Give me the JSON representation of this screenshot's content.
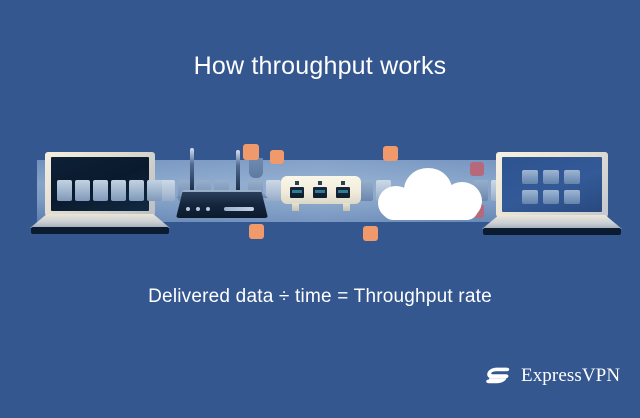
{
  "page": {
    "title": "How throughput works",
    "formula": "Delivered data ÷ time = Throughput rate",
    "background_color": "#35578f"
  },
  "brand": {
    "name": "ExpressVPN",
    "mark_icon": "expressvpn-e-mark-icon",
    "mark_color": "#ffffff",
    "text_color": "#ffffff"
  },
  "diagram": {
    "band_label": "network-pipe",
    "band_color_light": "#86a3c9",
    "band_color_dark": "#5d7fb1",
    "accent_orange": "#f09a6b",
    "accent_rose": "#b5697a",
    "nodes": [
      {
        "id": "source-laptop",
        "icon": "laptop-icon",
        "screen_color": "#0a1a2e"
      },
      {
        "id": "wifi-router",
        "icon": "router-icon",
        "body_color": "#15273e",
        "led_count": 3,
        "antenna_count": 2
      },
      {
        "id": "network-switch",
        "icon": "switch-icon",
        "case_color": "#f6f1e0",
        "port_count": 3
      },
      {
        "id": "internet-cloud",
        "icon": "cloud-icon",
        "color": "#ffffff"
      },
      {
        "id": "destination-laptop",
        "icon": "laptop-icon",
        "screen_color": "#2d5391",
        "grid_cells": 6
      }
    ]
  }
}
